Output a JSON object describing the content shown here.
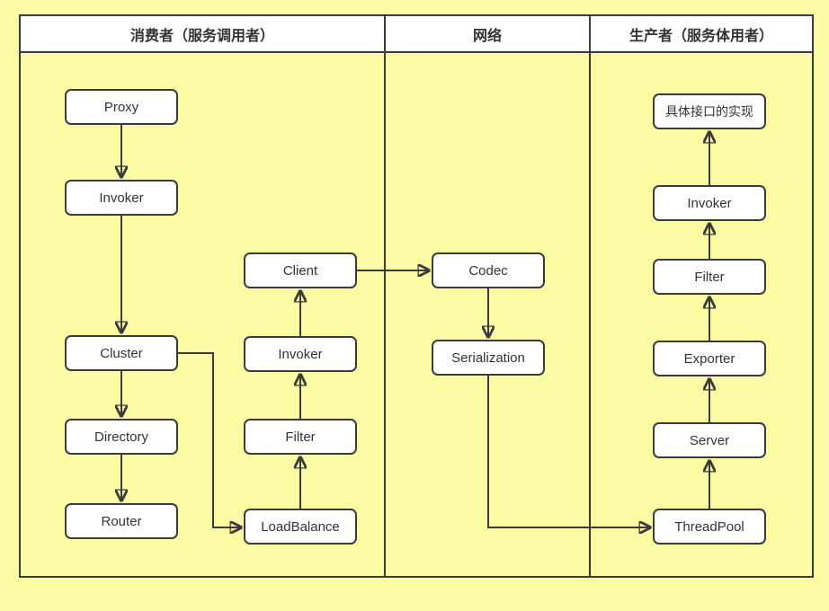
{
  "columns": [
    {
      "title": "消费者（服务调用者）"
    },
    {
      "title": "网络"
    },
    {
      "title": "生产者（服务体用者）"
    }
  ],
  "nodes": {
    "proxy": "Proxy",
    "consumer_invoker": "Invoker",
    "cluster": "Cluster",
    "directory": "Directory",
    "router": "Router",
    "client": "Client",
    "client_invoker": "Invoker",
    "client_filter": "Filter",
    "loadbalance": "LoadBalance",
    "codec": "Codec",
    "serialization": "Serialization",
    "impl": "具体接口的实现",
    "provider_invoker": "Invoker",
    "provider_filter": "Filter",
    "exporter": "Exporter",
    "server": "Server",
    "threadpool": "ThreadPool"
  },
  "edges": [
    {
      "from": "proxy",
      "to": "consumer_invoker"
    },
    {
      "from": "consumer_invoker",
      "to": "cluster"
    },
    {
      "from": "cluster",
      "to": "directory"
    },
    {
      "from": "directory",
      "to": "router"
    },
    {
      "from": "cluster",
      "to": "loadbalance"
    },
    {
      "from": "loadbalance",
      "to": "client_filter"
    },
    {
      "from": "client_filter",
      "to": "client_invoker"
    },
    {
      "from": "client_invoker",
      "to": "client"
    },
    {
      "from": "client",
      "to": "codec"
    },
    {
      "from": "codec",
      "to": "serialization"
    },
    {
      "from": "serialization",
      "to": "threadpool"
    },
    {
      "from": "threadpool",
      "to": "server"
    },
    {
      "from": "server",
      "to": "exporter"
    },
    {
      "from": "exporter",
      "to": "provider_filter"
    },
    {
      "from": "provider_filter",
      "to": "provider_invoker"
    },
    {
      "from": "provider_invoker",
      "to": "impl"
    }
  ],
  "colors": {
    "background": "#FBFBA3",
    "node_fill": "#FFFFFF",
    "header_fill": "#FFFFFF",
    "line": "#3B3B3B",
    "text": "#333333"
  }
}
